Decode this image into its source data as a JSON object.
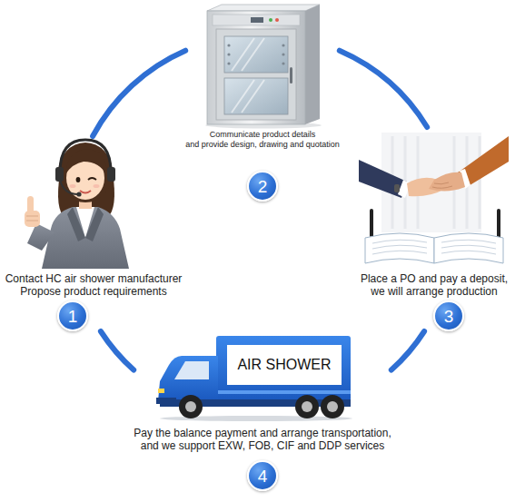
{
  "diagram": {
    "nodes": [
      {
        "text": [
          "Contact HC air shower manufacturer Propose product requirements",
          "1"
        ]
      },
      {
        "text": [
          "Communicate product details and provide design, drawing and quotation",
          "2"
        ]
      },
      {
        "text": [
          "Place a PO and pay a deposit, we will arrange production",
          "3"
        ]
      },
      {
        "text": [
          "Pay the balance payment and arrange transportation, and we support EXW, FOB, CIF and DDP services",
          "4"
        ]
      }
    ],
    "edges": [
      {
        "from": 0,
        "to": 1,
        "arrow": "none"
      },
      {
        "from": 1,
        "to": 2,
        "arrow": "none"
      },
      {
        "from": 2,
        "to": 3,
        "arrow": "none"
      },
      {
        "from": 3,
        "to": 0,
        "arrow": "none"
      }
    ],
    "labels": [
      "AIR SHOWER"
    ]
  }
}
